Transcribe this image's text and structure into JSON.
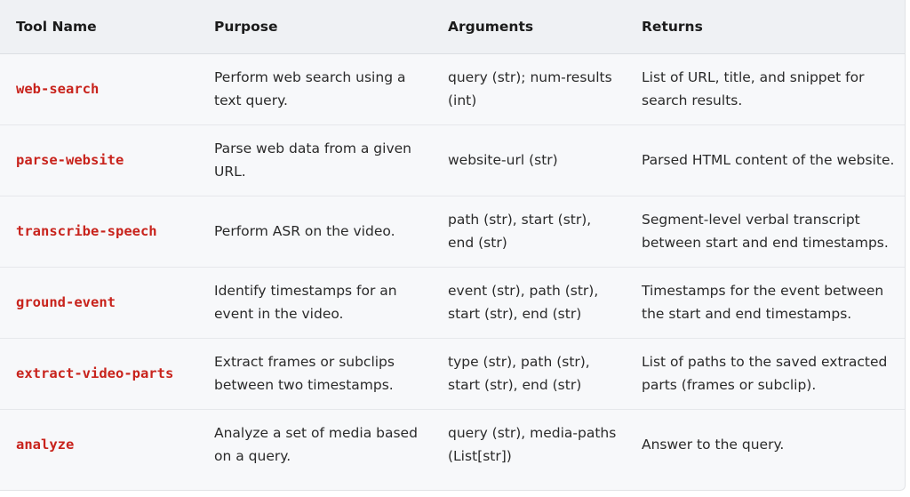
{
  "table": {
    "headers": [
      "Tool Name",
      "Purpose",
      "Arguments",
      "Returns"
    ],
    "rows": [
      {
        "name": "web-search",
        "purpose": "Perform web search using a text query.",
        "arguments": "query (str); num-results (int)",
        "returns": "List of URL, title, and snippet for search results."
      },
      {
        "name": "parse-website",
        "purpose": "Parse web data from a given URL.",
        "arguments": "website-url (str)",
        "returns": "Parsed HTML content of the website."
      },
      {
        "name": "transcribe-speech",
        "purpose": "Perform ASR on the video.",
        "arguments": "path (str), start (str), end (str)",
        "returns": "Segment-level verbal transcript between start and end timestamps."
      },
      {
        "name": "ground-event",
        "purpose": "Identify timestamps for an event in the video.",
        "arguments": "event (str), path (str), start (str), end (str)",
        "returns": "Timestamps for the event between the start and end timestamps."
      },
      {
        "name": "extract-video-parts",
        "purpose": "Extract frames or subclips between two timestamps.",
        "arguments": "type (str), path (str), start (str), end (str)",
        "returns": "List of paths to the saved extracted parts (frames or subclip)."
      },
      {
        "name": "analyze",
        "purpose": "Analyze a set of media based on a query.",
        "arguments": "query (str), media-paths (List[str])",
        "returns": "Answer to the query."
      }
    ]
  },
  "colors": {
    "tool_name": "#c8231c",
    "header_bg": "#eff1f4",
    "body_bg": "#f7f8fa"
  }
}
